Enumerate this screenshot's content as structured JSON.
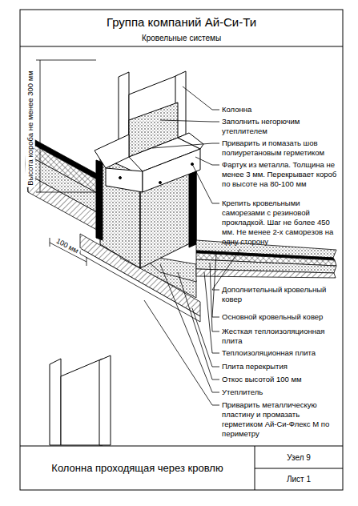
{
  "diagram": {
    "title": "Группа компаний Ай-Си-Ти",
    "labels": [
      "Кровельные системы",
      "Колонна",
      "Заполнить негорючим утеплителем",
      "Приварить и помазать шов полиуретановым герметиком",
      "Фартук из металла. Толщина не менее 3 мм. Перекрывает короб по высоте на 80-100 мм",
      "Крепить кровельными саморезами с резиновой прокладкой. Шаг не более 450 мм. Не менее 2-х саморезов на одну сторону",
      "Дополнительный кровельный ковер",
      "Основной кровельный ковер",
      "Жесткая теплоизоляционная плита",
      "Теплоизоляционная плита",
      "Плита перекрытия",
      "Откос высотой 100 мм",
      "Утеплитель",
      "Приварить металлическую пластину и промазать герметиком Ай-Си-Флекс М по периметру",
      "Высота короба не менее 300 мм",
      "100 мм",
      "Колонна проходящая через кровлю",
      "Узел 9",
      "Лист 1"
    ]
  }
}
